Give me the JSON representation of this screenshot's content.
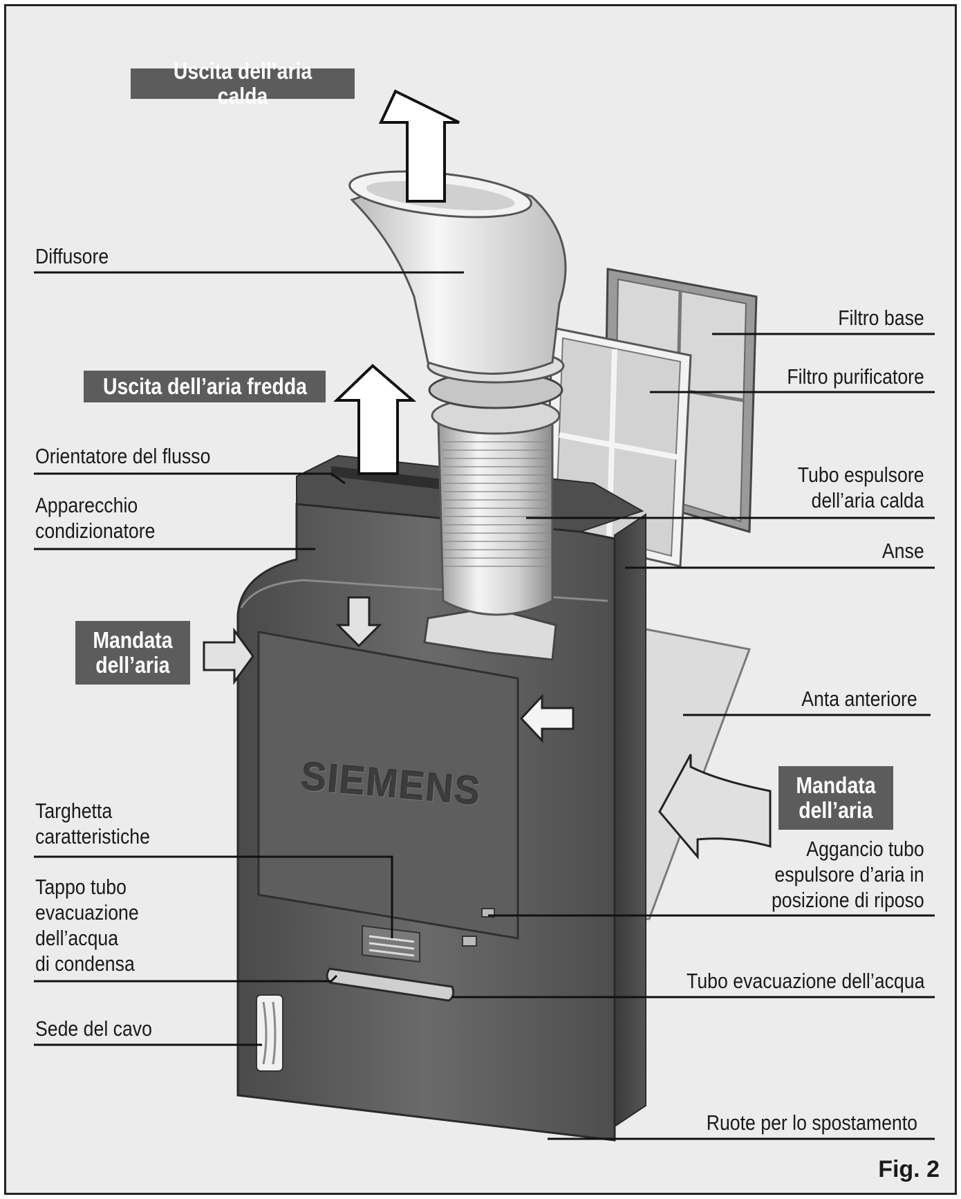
{
  "callout_boxes": {
    "warm_air_out": "Uscita dell’aria calda",
    "cold_air_out": "Uscita dell’aria fredda",
    "air_intake_left": "Mandata\ndell’aria",
    "air_intake_right": "Mandata\ndell’aria"
  },
  "labels_left": {
    "diffusore": "Diffusore",
    "orientatore": "Orientatore del flusso",
    "apparecchio": "Apparecchio\ncondizionatore",
    "targhetta": "Targhetta\ncaratteristiche",
    "tappo": "Tappo tubo\nevacuazione\ndell’acqua\ndi condensa",
    "sede_cavo": "Sede del cavo"
  },
  "labels_right": {
    "filtro_base": "Filtro base",
    "filtro_purificatore": "Filtro purificatore",
    "tubo_espulsore": "Tubo espulsore\ndell’aria calda",
    "anse": "Anse",
    "anta": "Anta anteriore",
    "aggancio": "Aggancio tubo\nespulsore d’aria in\nposizione di riposo",
    "tubo_acqua": "Tubo evacuazione dell’acqua",
    "ruote": "Ruote per lo spostamento"
  },
  "brand": "SIEMENS",
  "figure_label": "Fig. 2",
  "colors": {
    "background": "#ececec",
    "callout_box": "#5c5c5c",
    "unit_body": "#5a5a5a",
    "leader_line": "#111111"
  }
}
